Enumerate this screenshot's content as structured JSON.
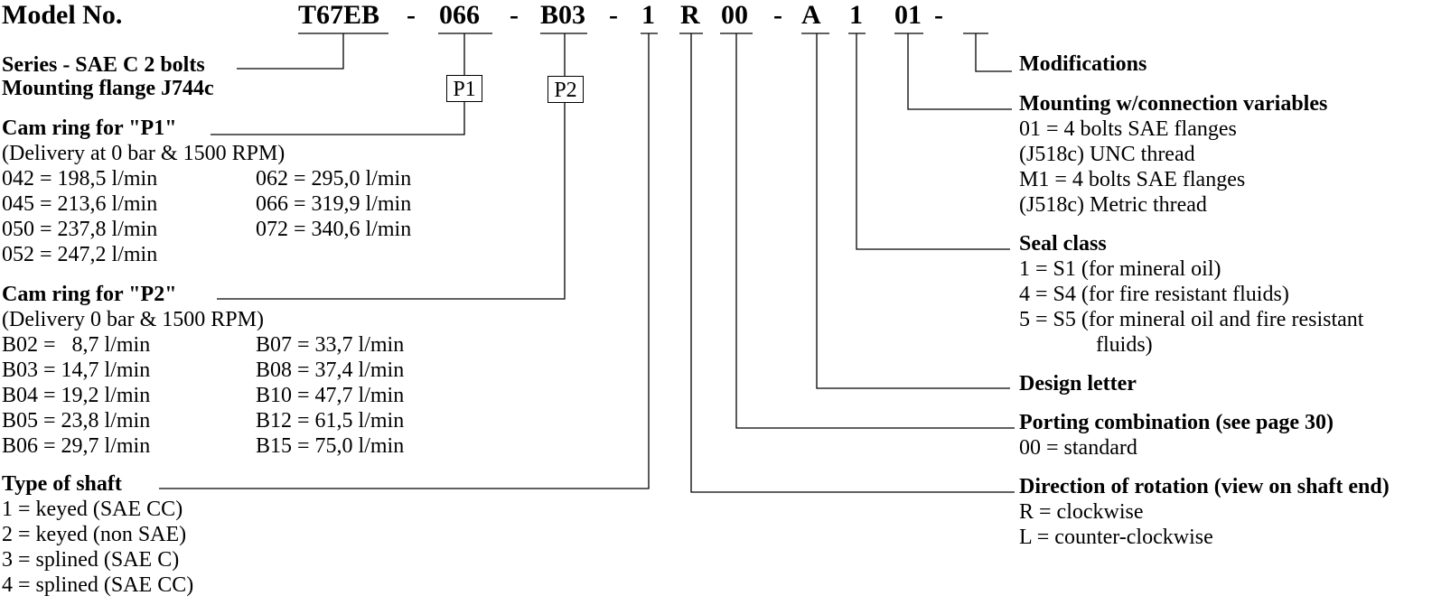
{
  "model_label": "Model No.",
  "code_parts": [
    {
      "id": "series",
      "text": "T67EB"
    },
    {
      "id": "sep1",
      "text": "-"
    },
    {
      "id": "p1",
      "text": "066"
    },
    {
      "id": "sep2",
      "text": "-"
    },
    {
      "id": "p2",
      "text": "B03"
    },
    {
      "id": "sep3",
      "text": "-"
    },
    {
      "id": "shaft",
      "text": "1"
    },
    {
      "id": "rotation",
      "text": "R"
    },
    {
      "id": "porting",
      "text": "00"
    },
    {
      "id": "sep4",
      "text": "-"
    },
    {
      "id": "design",
      "text": "A"
    },
    {
      "id": "seal",
      "text": "1"
    },
    {
      "id": "mounting",
      "text": "01"
    },
    {
      "id": "sep5",
      "text": "-"
    }
  ],
  "boxes": {
    "p1": "P1",
    "p2": "P2"
  },
  "left": {
    "series": {
      "line1": "Series - SAE C 2 bolts",
      "line2": "Mounting flange J744c"
    },
    "cam_p1": {
      "title": "Cam ring for \"P1\"",
      "subtitle": "(Delivery at 0 bar & 1500 RPM)",
      "col1": [
        "042 = 198,5 l/min",
        "045 = 213,6 l/min",
        "050 = 237,8 l/min",
        "052 = 247,2 l/min"
      ],
      "col2": [
        "062 = 295,0 l/min",
        "066 = 319,9 l/min",
        "072 = 340,6 l/min"
      ]
    },
    "cam_p2": {
      "title": "Cam ring for \"P2\"",
      "subtitle": "(Delivery 0 bar & 1500 RPM)",
      "col1": [
        "B02 =   8,7 l/min",
        "B03 = 14,7 l/min",
        "B04 = 19,2 l/min",
        "B05 = 23,8 l/min",
        "B06 = 29,7 l/min"
      ],
      "col2": [
        "B07 = 33,7 l/min",
        "B08 = 37,4 l/min",
        "B10 = 47,7 l/min",
        "B12 = 61,5 l/min",
        "B15 = 75,0 l/min"
      ]
    },
    "shaft": {
      "title": "Type of shaft",
      "items": [
        "1 = keyed (SAE CC)",
        "2 = keyed (non SAE)",
        "3 = splined (SAE C)",
        "4 = splined (SAE CC)"
      ]
    }
  },
  "right": {
    "modifications": {
      "title": "Modifications"
    },
    "mounting": {
      "title": "Mounting w/connection variables",
      "items": [
        "01 = 4 bolts SAE flanges",
        "(J518c) UNC thread",
        "M1 = 4 bolts SAE flanges",
        "(J518c) Metric thread"
      ]
    },
    "seal": {
      "title": "Seal class",
      "items": [
        "1 = S1 (for mineral oil)",
        "4 = S4 (for fire resistant fluids)",
        "5 = S5 (for mineral oil and fire resistant",
        "fluids)"
      ]
    },
    "design": {
      "title": "Design letter"
    },
    "porting": {
      "title": "Porting combination (see page 30)",
      "items": [
        "00 = standard"
      ]
    },
    "rotation": {
      "title": "Direction of rotation (view on shaft end)",
      "items": [
        "R = clockwise",
        "L = counter-clockwise"
      ]
    }
  }
}
